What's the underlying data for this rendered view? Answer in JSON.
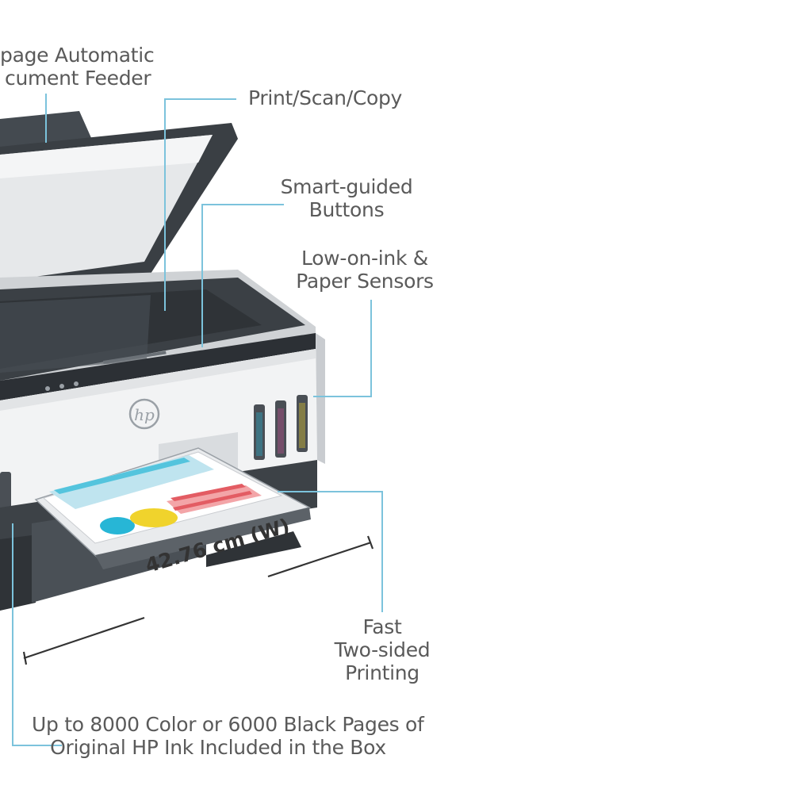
{
  "callouts": {
    "adf": {
      "line1": "page Automatic",
      "line2": "cument Feeder"
    },
    "print_scan_copy": {
      "line1": "Print/Scan/Copy"
    },
    "smart_buttons": {
      "line1": "Smart-guided",
      "line2": "Buttons"
    },
    "sensors": {
      "line1": "Low-on-ink &",
      "line2": "Paper Sensors"
    },
    "two_sided": {
      "line1": "Fast",
      "line2": "Two-sided",
      "line3": "Printing"
    },
    "ink_pages": {
      "line1": "Up to 8000 Color or 6000 Black Pages of",
      "line2": "Original HP Ink Included in the Box"
    }
  },
  "dimension": {
    "width_label": "42.76 cm (W)"
  },
  "brand": {
    "logo": "hp-logo"
  },
  "colors": {
    "leader_line": "#7cc3dc",
    "text": "#5a5a5a",
    "printer_body": "#f2f3f4",
    "printer_dark": "#3d4247",
    "ink_cyan": "#27b6d6",
    "ink_magenta": "#c64e91",
    "ink_yellow": "#f0d32c",
    "ink_black": "#2a2a2a"
  }
}
